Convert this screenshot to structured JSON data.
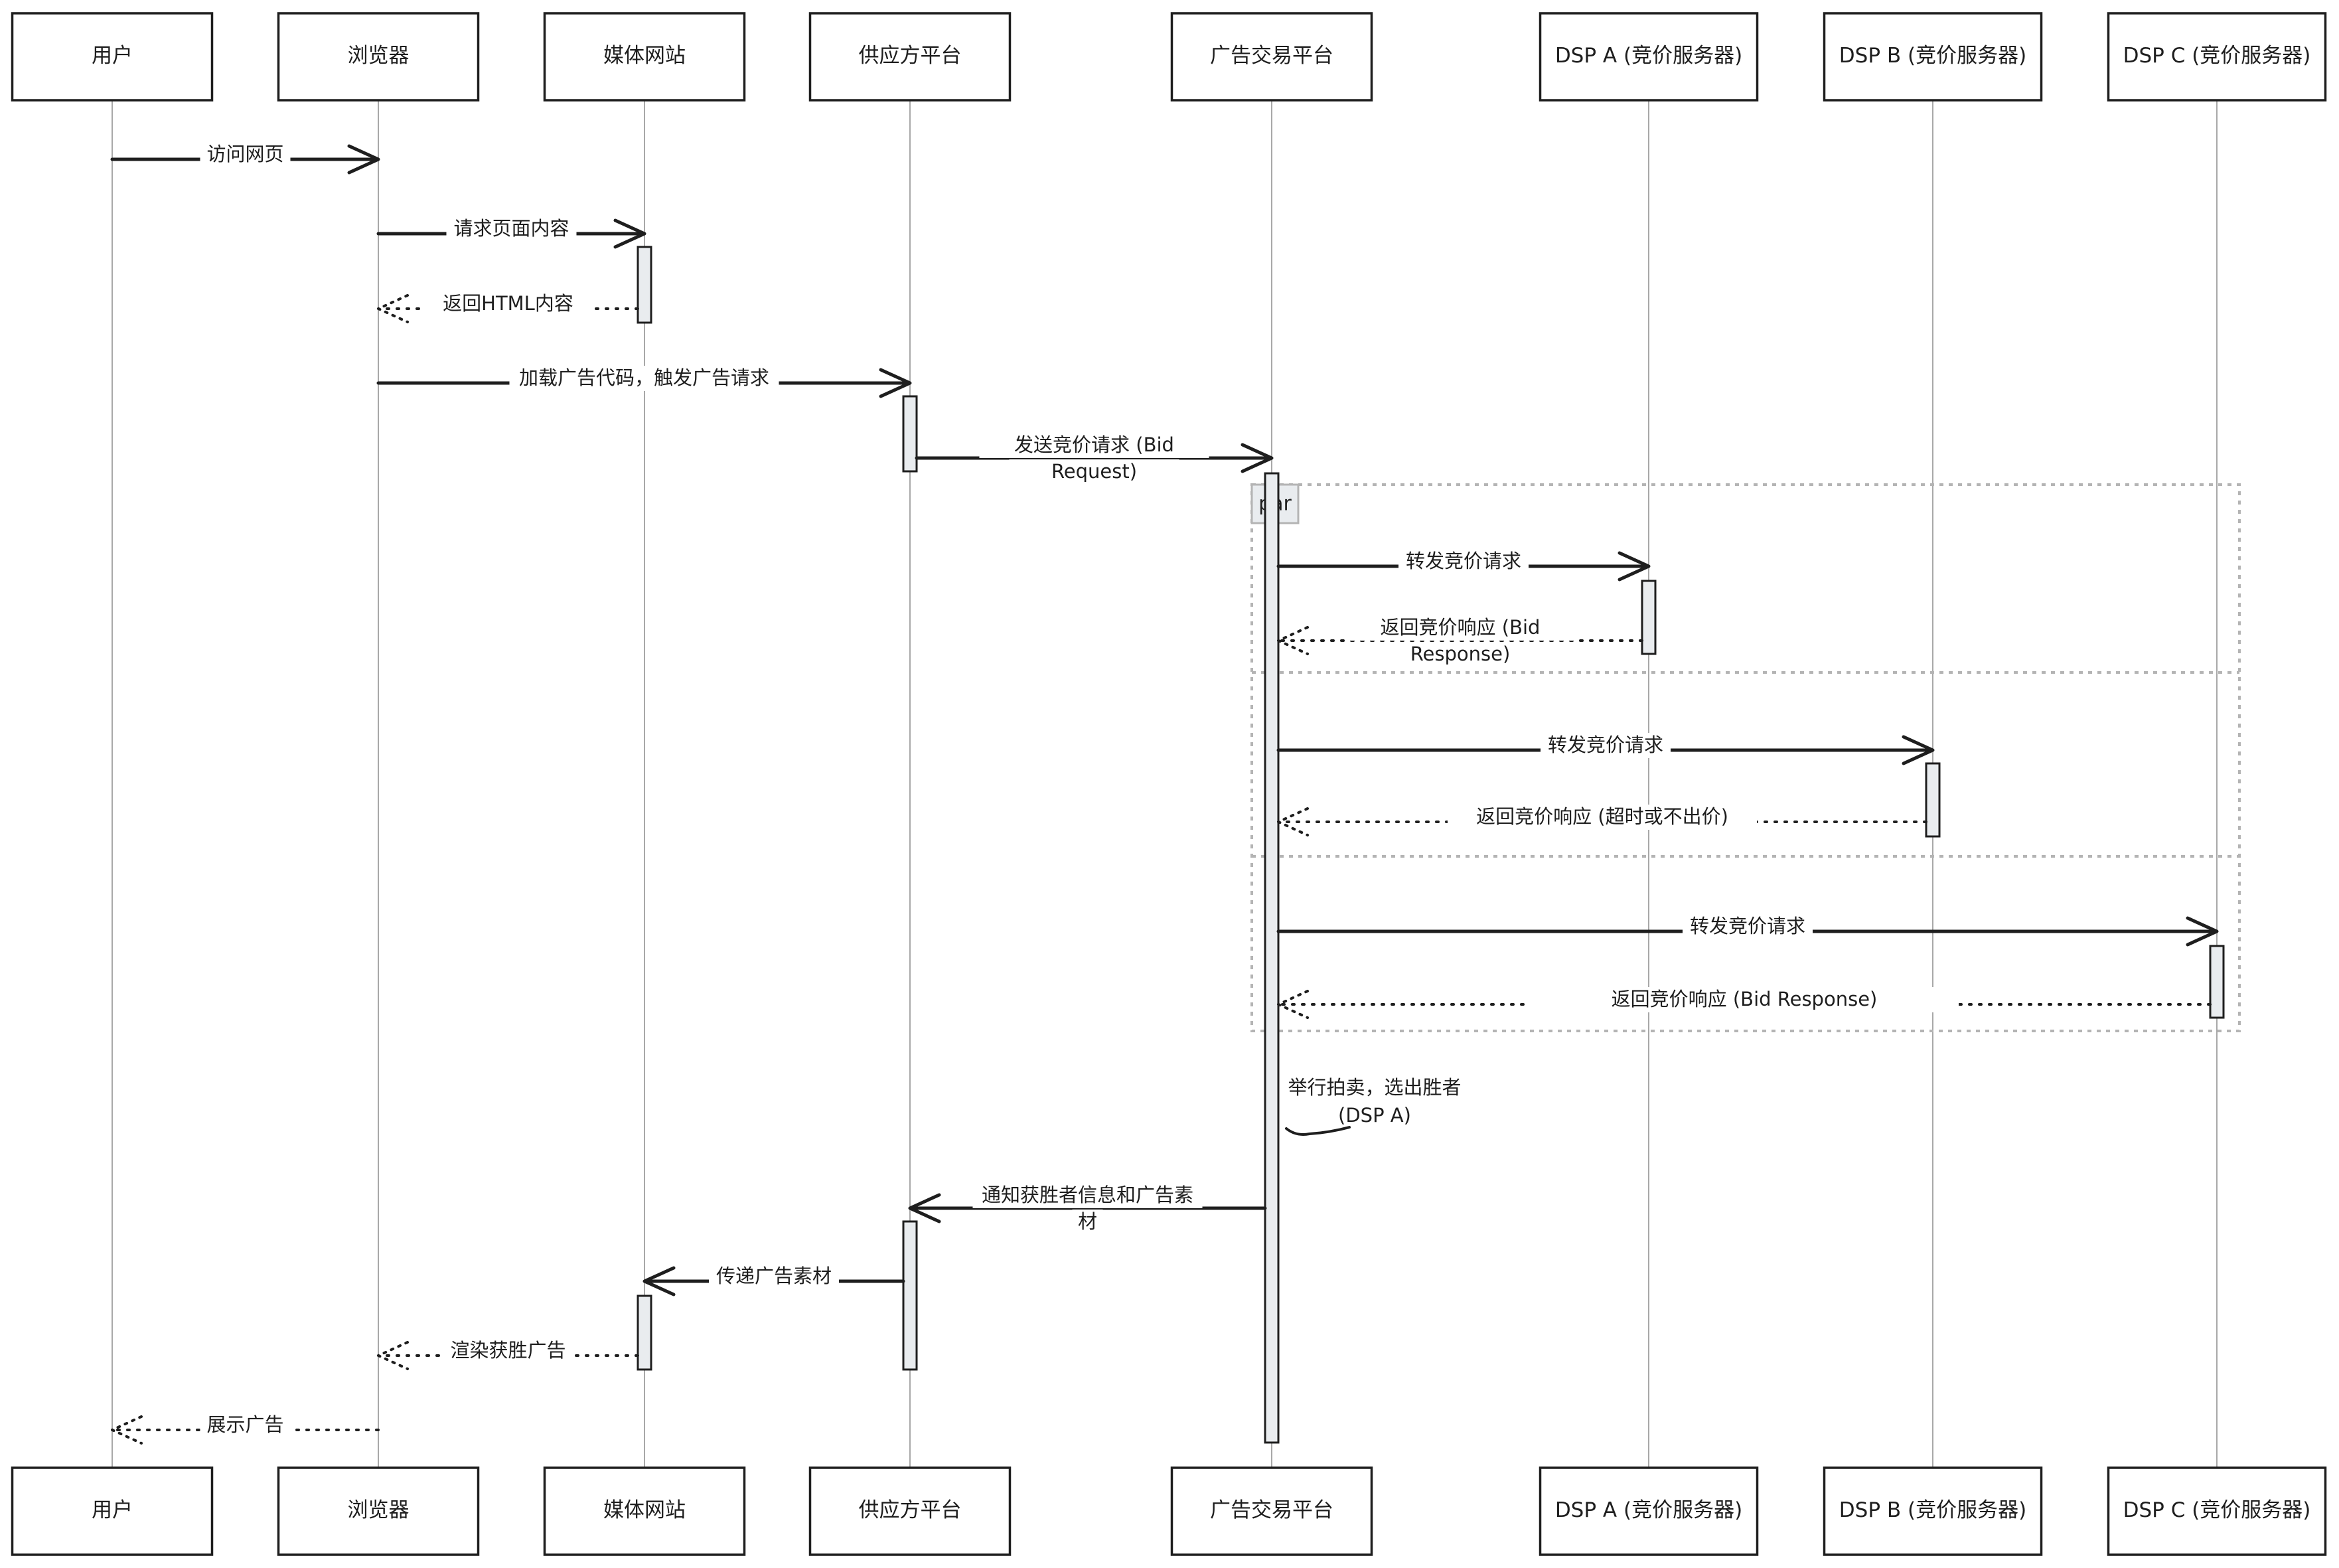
{
  "actors": [
    {
      "id": "user",
      "label": "用户"
    },
    {
      "id": "browser",
      "label": "浏览器"
    },
    {
      "id": "media",
      "label": "媒体网站"
    },
    {
      "id": "ssp",
      "label": "供应方平台"
    },
    {
      "id": "adx",
      "label": "广告交易平台"
    },
    {
      "id": "dspa",
      "label": "DSP A (竞价服务器)"
    },
    {
      "id": "dspb",
      "label": "DSP B (竞价服务器)"
    },
    {
      "id": "dspc",
      "label": "DSP C (竞价服务器)"
    }
  ],
  "messages": [
    {
      "from": "user",
      "to": "browser",
      "label": [
        "访问网页"
      ],
      "style": "solid"
    },
    {
      "from": "browser",
      "to": "media",
      "label": [
        "请求页面内容"
      ],
      "style": "solid"
    },
    {
      "from": "media",
      "to": "browser",
      "label": [
        "返回HTML内容"
      ],
      "style": "dotted"
    },
    {
      "from": "browser",
      "to": "ssp",
      "label": [
        "加载广告代码，触发广告请求"
      ],
      "style": "solid"
    },
    {
      "from": "ssp",
      "to": "adx",
      "label": [
        "发送竞价请求 (Bid",
        "Request)"
      ],
      "style": "solid"
    },
    {
      "from": "adx",
      "to": "dspa",
      "label": [
        "转发竞价请求"
      ],
      "style": "solid"
    },
    {
      "from": "dspa",
      "to": "adx",
      "label": [
        "返回竞价响应 (Bid",
        "Response)"
      ],
      "style": "dotted"
    },
    {
      "from": "adx",
      "to": "dspb",
      "label": [
        "转发竞价请求"
      ],
      "style": "solid"
    },
    {
      "from": "dspb",
      "to": "adx",
      "label": [
        "返回竞价响应 (超时或不出价)"
      ],
      "style": "dotted"
    },
    {
      "from": "adx",
      "to": "dspc",
      "label": [
        "转发竞价请求"
      ],
      "style": "solid"
    },
    {
      "from": "dspc",
      "to": "adx",
      "label": [
        "返回竞价响应 (Bid Response)"
      ],
      "style": "dotted"
    },
    {
      "from": "adx",
      "to": "adx",
      "label": [
        "举行拍卖，选出胜者",
        "(DSP A)"
      ],
      "style": "self"
    },
    {
      "from": "adx",
      "to": "ssp",
      "label": [
        "通知获胜者信息和广告素",
        "材"
      ],
      "style": "solid"
    },
    {
      "from": "ssp",
      "to": "media",
      "label": [
        "传递广告素材"
      ],
      "style": "solid"
    },
    {
      "from": "media",
      "to": "browser",
      "label": [
        "渲染获胜广告"
      ],
      "style": "dotted"
    },
    {
      "from": "browser",
      "to": "user",
      "label": [
        "展示广告"
      ],
      "style": "dotted"
    }
  ],
  "fragment": {
    "type": "par",
    "label": "par"
  },
  "colors": {
    "stroke": "#1e1e1e",
    "lifeline": "#a8a8a8",
    "frame": "#b4b4b4",
    "activation": "#e9ecef"
  }
}
